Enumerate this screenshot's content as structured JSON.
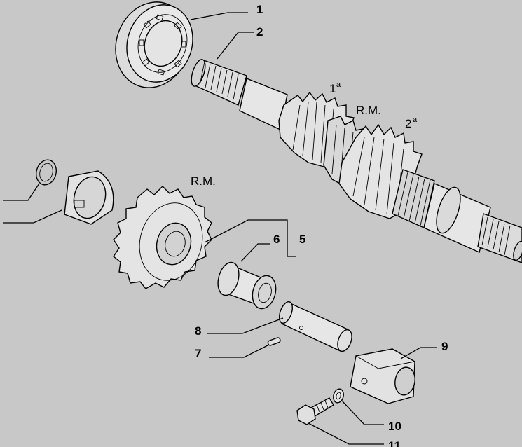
{
  "callouts": [
    {
      "id": "1",
      "text": "1"
    },
    {
      "id": "2",
      "text": "2"
    },
    {
      "id": "5",
      "text": "5"
    },
    {
      "id": "6",
      "text": "6"
    },
    {
      "id": "7",
      "text": "7"
    },
    {
      "id": "8",
      "text": "8"
    },
    {
      "id": "9",
      "text": "9"
    },
    {
      "id": "10",
      "text": "10"
    },
    {
      "id": "11",
      "text": "11"
    }
  ],
  "annotations": {
    "gear1_num": "1",
    "gear1_sup": "a",
    "rm_shaft": "R.M.",
    "gear2_num": "2",
    "gear2_sup": "a",
    "rm_gear": "R.M."
  },
  "colors": {
    "background": "#c8c8c8",
    "part_fill": "#e6e6e6",
    "part_shade": "#bdbdbd",
    "line": "#000000"
  },
  "parts": [
    {
      "callout": "1",
      "kind": "bearing-icon"
    },
    {
      "callout": "2",
      "kind": "splined-shaft-icon"
    },
    {
      "callout": "5",
      "kind": "gear-icon"
    },
    {
      "callout": "6",
      "kind": "bushing-icon"
    },
    {
      "callout": "7",
      "kind": "pin-icon"
    },
    {
      "callout": "8",
      "kind": "shaft-pin-icon"
    },
    {
      "callout": "9",
      "kind": "support-block-icon"
    },
    {
      "callout": "10",
      "kind": "washer-icon"
    },
    {
      "callout": "11",
      "kind": "bolt-icon"
    }
  ]
}
